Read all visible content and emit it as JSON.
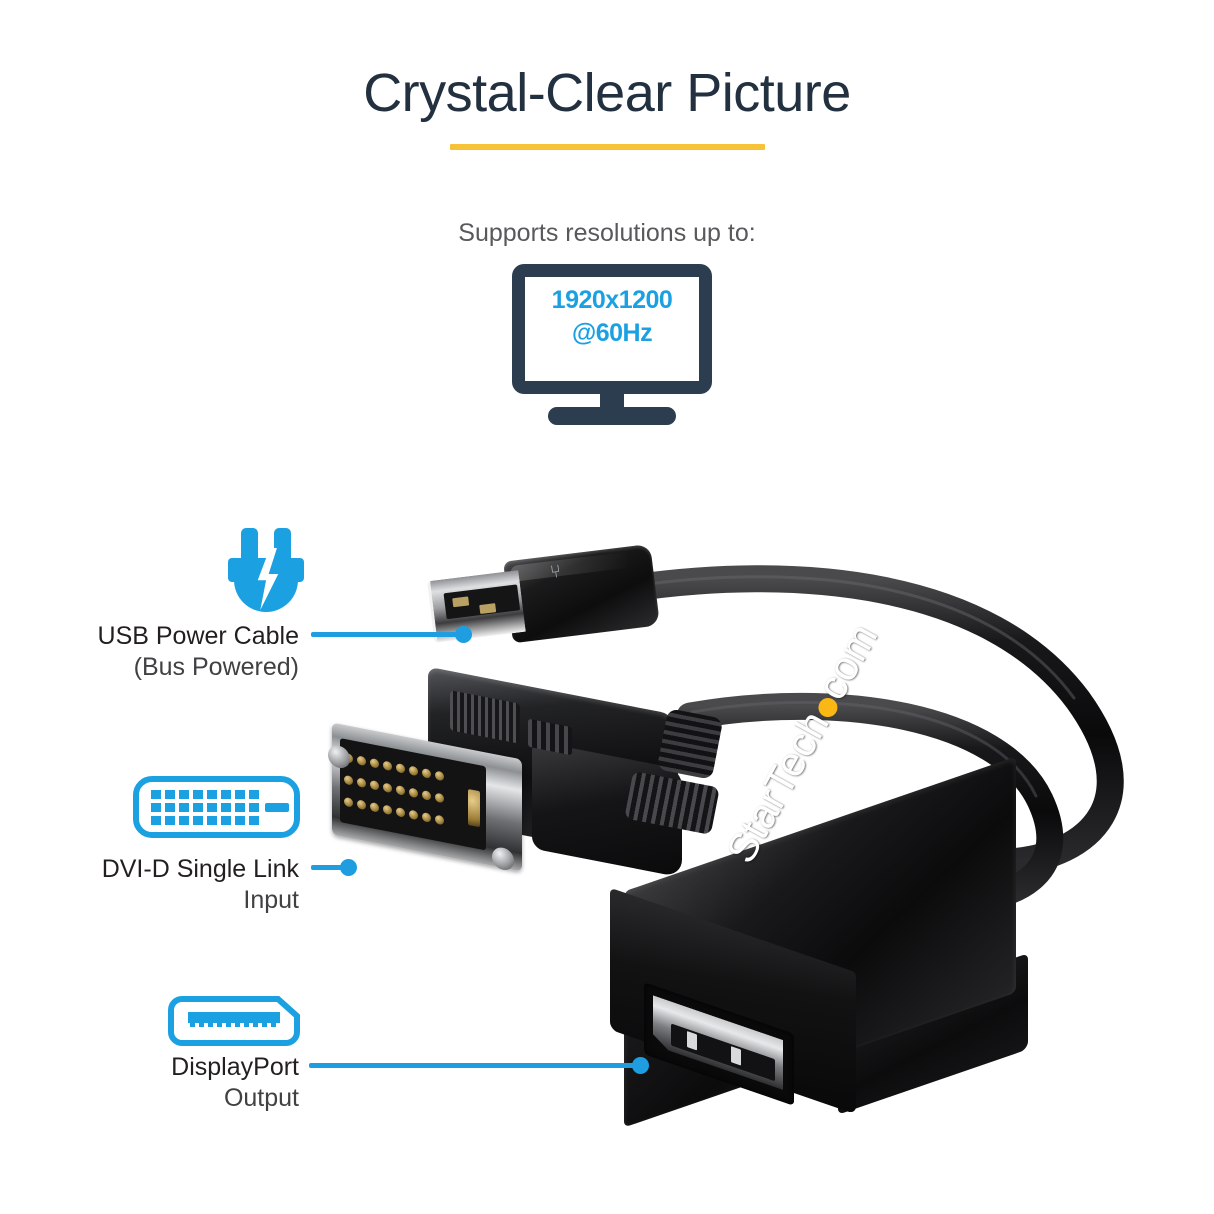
{
  "header": {
    "title": "Crystal-Clear Picture",
    "subtitle": "Supports resolutions up to:",
    "rule_color": "#f8c238",
    "title_color": "#22303f"
  },
  "monitor": {
    "resolution": "1920x1200",
    "refresh": "@60Hz",
    "text_color": "#1ba1e2",
    "frame_color": "#2b3d4e",
    "icon": "monitor-icon"
  },
  "product": {
    "brand_name": "StarTech",
    "brand_tld": "com",
    "brand_dot_color": "#fbb713",
    "usb_symbol": "⑂"
  },
  "accent": {
    "blue": "#1e9ee0",
    "icon_blue": "#1ba1e2"
  },
  "callouts": [
    {
      "id": "usb-power",
      "icon": "power-plug-bolt-icon",
      "main": "USB Power Cable",
      "sub": "(Bus Powered)"
    },
    {
      "id": "dvi-input",
      "icon": "dvi-connector-icon",
      "main": "DVI-D Single Link",
      "sub": "Input"
    },
    {
      "id": "displayport-output",
      "icon": "displayport-connector-icon",
      "main": "DisplayPort",
      "sub": "Output"
    }
  ]
}
